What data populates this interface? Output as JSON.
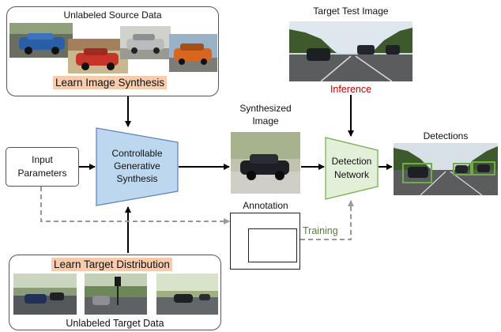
{
  "source": {
    "title": "Unlabeled Source Data",
    "action": "Learn Image Synthesis"
  },
  "target_test": {
    "title": "Target Test Image",
    "inference": "Inference"
  },
  "input": {
    "label": "Input\nParameters"
  },
  "generator": {
    "label": "Controllable\nGenerative\nSynthesis"
  },
  "synth": {
    "title": "Synthesized\nImage"
  },
  "annotation": {
    "title": "Annotation",
    "training": "Training"
  },
  "detector": {
    "label": "Detection\nNetwork"
  },
  "detections": {
    "title": "Detections"
  },
  "target_data": {
    "action": "Learn Target Distribution",
    "title": "Unlabeled Target Data"
  },
  "colors": {
    "generator_fill": "#bdd7ee",
    "generator_stroke": "#5b7fbf",
    "detector_fill": "#e2efd9",
    "detector_stroke": "#70ad47",
    "highlight": "#f8cbad",
    "inference_text": "#c00000",
    "training_text": "#538135",
    "detection_box": "#70ad47"
  }
}
